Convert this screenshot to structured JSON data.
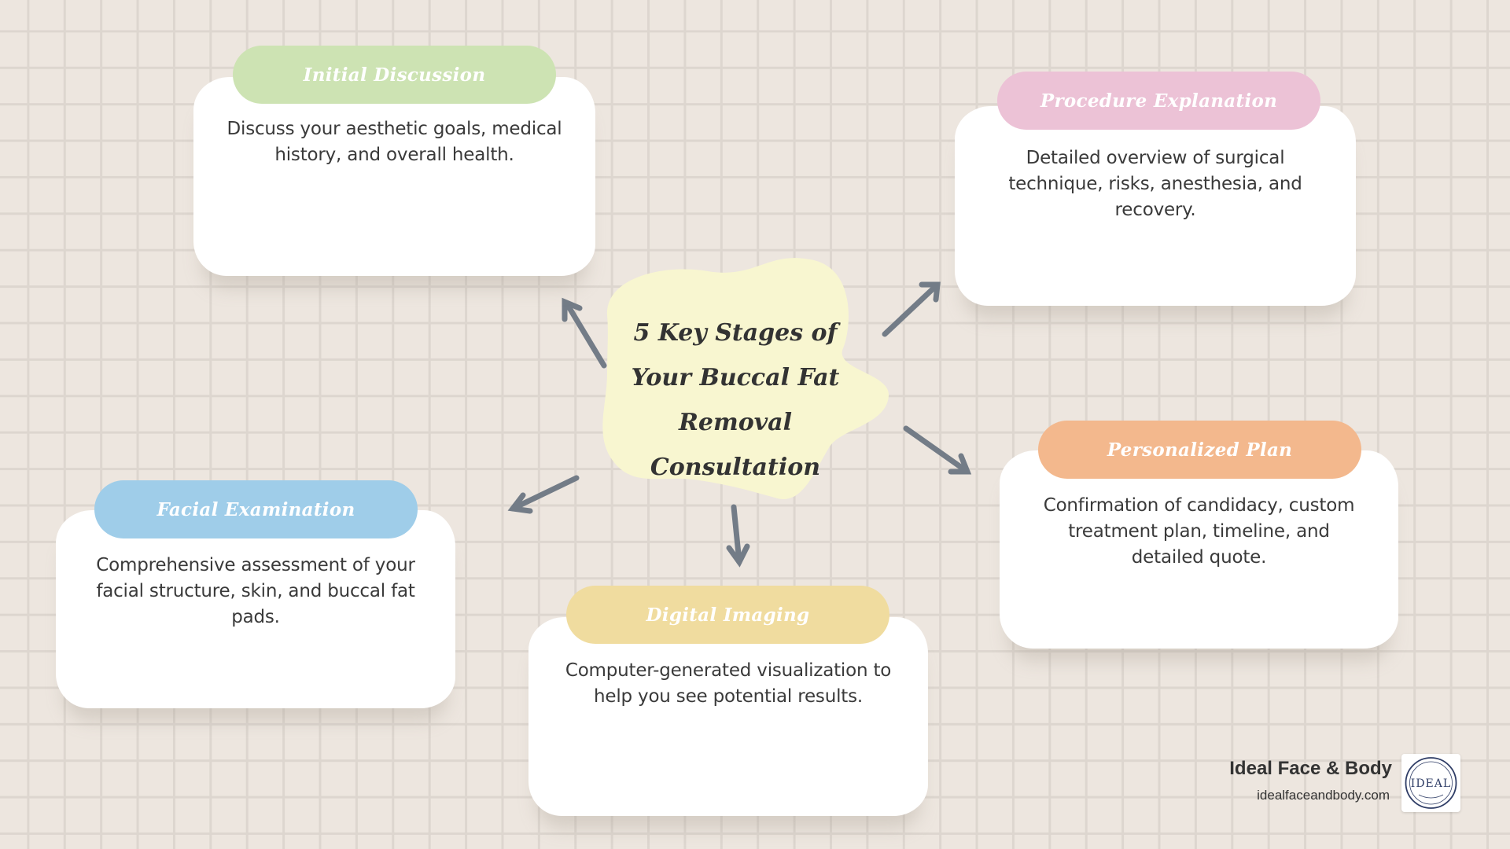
{
  "title": "5 Key Stages of Your Buccal Fat Removal Consultation",
  "stages": [
    {
      "label": "Initial Discussion",
      "description": "Discuss your aesthetic goals, medical history, and overall health.",
      "color": "#cde3b3"
    },
    {
      "label": "Procedure Explanation",
      "description": "Detailed overview of surgical technique, risks, anesthesia, and recovery.",
      "color": "#ecc2d6"
    },
    {
      "label": "Personalized Plan",
      "description": "Confirmation of candidacy, custom treatment plan, timeline, and detailed quote.",
      "color": "#f3b88d"
    },
    {
      "label": "Digital Imaging",
      "description": "Computer-generated visualization to help you see potential results.",
      "color": "#f0dc9f"
    },
    {
      "label": "Facial Examination",
      "description": "Comprehensive assessment of your facial structure, skin, and buccal fat pads.",
      "color": "#9fcde9"
    }
  ],
  "brand": {
    "name": "Ideal Face & Body",
    "url": "idealfaceandbody.com",
    "logo_text": "IDEAL"
  },
  "colors": {
    "arrow": "#737c87",
    "blob": "#f8f6d0",
    "grid": "#ddd6cf",
    "background": "#ede6df"
  }
}
